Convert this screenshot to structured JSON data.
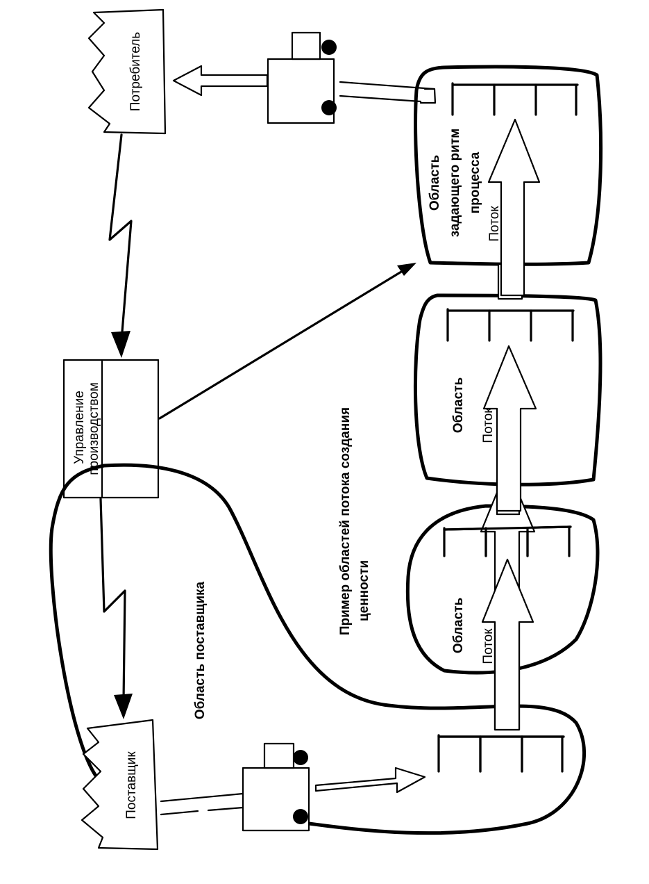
{
  "labels": {
    "consumer": "Потребитель",
    "production_control_line1": "Управление",
    "production_control_line2": "производством",
    "supplier": "Поставщик",
    "supplier_area": "Область поставщика",
    "caption_line1": "Пример областей потока создания",
    "caption_line2": "ценности",
    "pacemaker_line1": "Область",
    "pacemaker_line2": "задающего ритм",
    "pacemaker_line3": "процесса",
    "area_mid": "Область",
    "area_low": "Область",
    "flow_top": "Поток",
    "flow_mid": "Поток",
    "flow_low": "Поток"
  },
  "colors": {
    "ink": "#000000",
    "paper": "#ffffff"
  }
}
